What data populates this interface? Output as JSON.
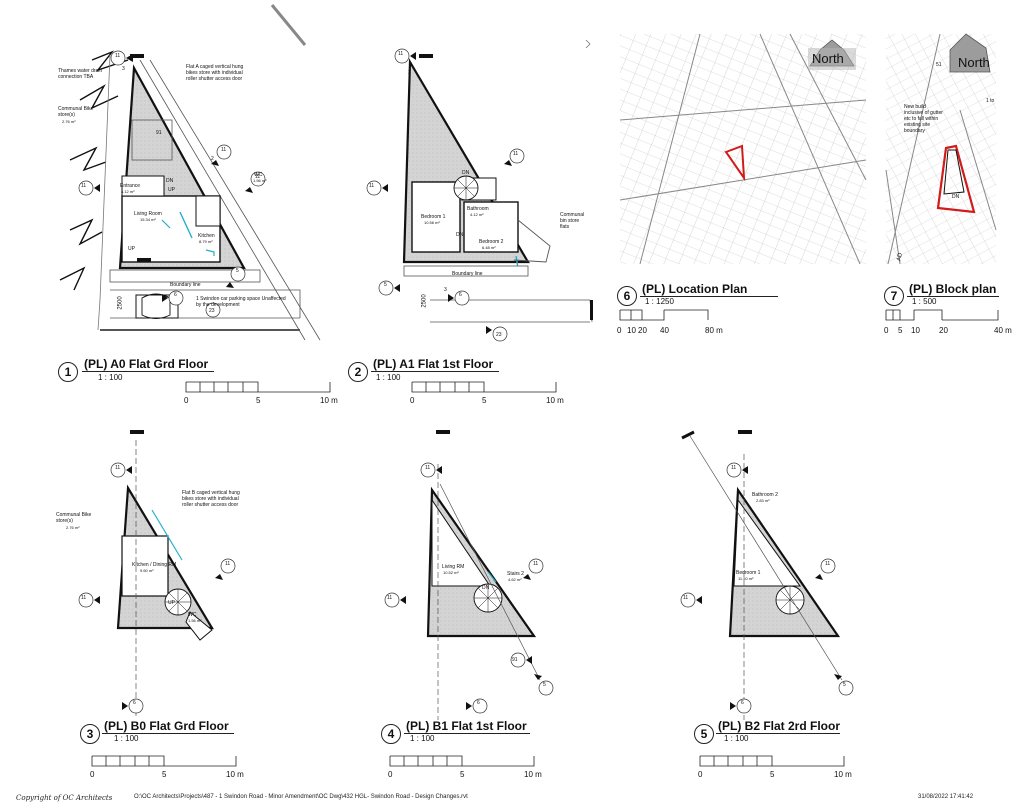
{
  "views": [
    {
      "num": "1",
      "title": "(PL) A0 Flat Grd Floor",
      "scale": "1 : 100"
    },
    {
      "num": "2",
      "title": "(PL) A1  Flat 1st Floor",
      "scale": "1 : 100"
    },
    {
      "num": "3",
      "title": "(PL) B0 Flat Grd Floor",
      "scale": "1 : 100"
    },
    {
      "num": "4",
      "title": "(PL) B1 Flat 1st Floor",
      "scale": "1 : 100"
    },
    {
      "num": "5",
      "title": "(PL) B2 Flat 2rd Floor",
      "scale": "1 : 100"
    },
    {
      "num": "6",
      "title": "(PL) Location Plan",
      "scale": "1 : 1250"
    },
    {
      "num": "7",
      "title": "(PL) Block plan",
      "scale": "1 : 500"
    }
  ],
  "scalebars": {
    "plan": [
      "0",
      "5",
      "10 m"
    ],
    "location": [
      "0",
      "10",
      "20",
      "40",
      "80 m"
    ],
    "block": [
      "0",
      "5",
      "10",
      "20",
      "40 m"
    ]
  },
  "north_label": "North",
  "plan1": {
    "thames_note": "Thames water drain connection TBA",
    "bike_store": "Communal Bike store(s)",
    "bike_area": "2.76 m²",
    "flat_a_note": "Flat A caged vertical hung bikes store with individual roller shutter access door",
    "entrance": "Entrance",
    "entrance_area": "4.12 m²",
    "dn": "DN",
    "up": "UP",
    "wc": "WC",
    "wc_area": "1.56 m²",
    "living": "Living Room",
    "living_area": "15.34 m²",
    "kitchen": "Kitchen",
    "kitchen_area": "8.79 m²",
    "up2": "UP",
    "boundary": "Boundary line",
    "parking_note": "1 Swindon car parking space Unaffected by the development",
    "dim": "2500",
    "tag91": "91"
  },
  "plan2": {
    "dn": "DN",
    "bedroom1": "Bedroom 1",
    "bedroom1_area": "10.56 m²",
    "bathroom": "Bathroom",
    "bathroom_area": "4.12 m²",
    "dn2": "DN",
    "bedroom2": "Bedroom 2",
    "bedroom2_area": "6.48 m²",
    "bin_note": "Communal bin store flats",
    "boundary": "Boundary line",
    "dim": "2500"
  },
  "plan3": {
    "bike_store": "Communal Bike store(s)",
    "bike_area": "2.76 m²",
    "flat_b_note": "Flat B caged vertical hung bikes store with individual roller shutter access door",
    "kitchen": "Kitchen / Dining RM",
    "kitchen_area": "9.60 m²",
    "up": "UP",
    "wc": "WC",
    "wc_area": "1.56 m²"
  },
  "plan4": {
    "living": "Living RM",
    "living_area": "10.52 m²",
    "stairs": "Stairs 2",
    "stairs_area": "4.62 m²",
    "dn": "DN",
    "tag91": "91"
  },
  "plan5": {
    "bathroom": "Bathroom 2",
    "bathroom_area": "2.83 m²",
    "bedroom": "Bedroom 1",
    "bedroom_area": "11.50 m²"
  },
  "block": {
    "note": "New build inclusive of gutter etc to fall within existing site boundary",
    "num51": "51",
    "num1to": "1 to",
    "dn": "DN",
    "road_label": "AD"
  },
  "markers": {
    "n11": "11",
    "n2": "2",
    "n3": "3",
    "n4": "4",
    "n5": "5",
    "n6": "6",
    "n1": "1",
    "n23": "23"
  },
  "footer": {
    "copyright": "Copyright of OC Architects",
    "path": "O:\\OC Architects\\Projects\\487 - 1 Swindon Road - Minor Amendment\\OC Dwg\\432 HGL- Swindon Road  - Design Changes.rvt",
    "date": "31/08/2022 17:41:42"
  }
}
